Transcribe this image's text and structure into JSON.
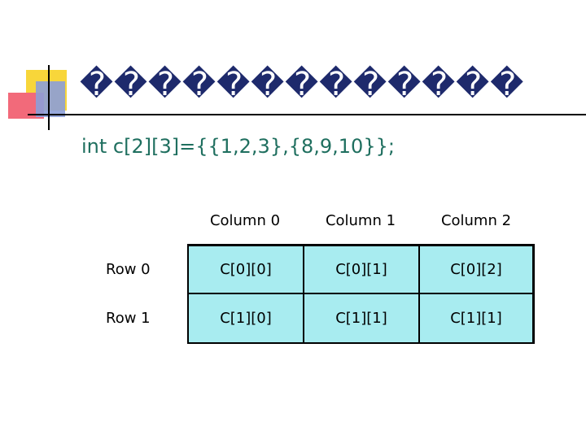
{
  "slide": {
    "title": "�������������",
    "code_line": "int c[2][3]={{1,2,3},{8,9,10}};"
  },
  "table": {
    "column_headers": [
      "Column 0",
      "Column 1",
      "Column 2"
    ],
    "row_headers": [
      "Row 0",
      "Row 1"
    ],
    "rows": [
      [
        "C[0][0]",
        "C[0][1]",
        "C[0][2]"
      ],
      [
        "C[1][0]",
        "C[1][1]",
        "C[1][1]"
      ]
    ],
    "cell_color": "#a8ecf0"
  },
  "colors": {
    "title": "#1e2a6c",
    "code": "#1f6f5f"
  }
}
